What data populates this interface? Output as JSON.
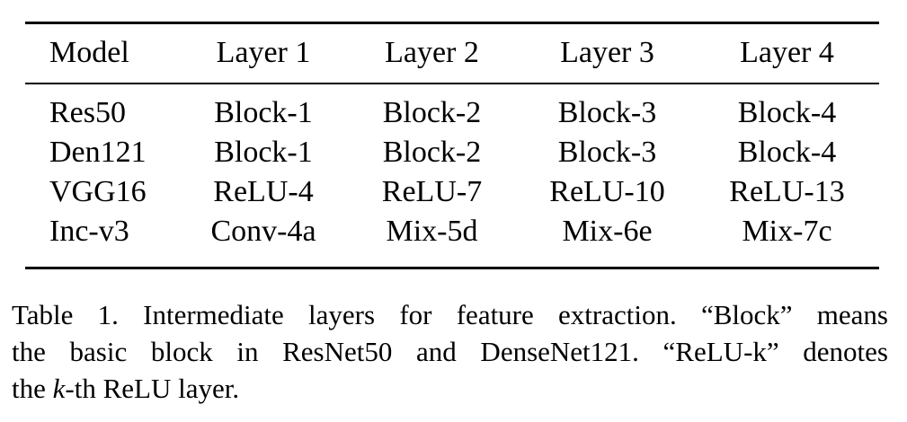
{
  "table": {
    "headers": [
      "Model",
      "Layer 1",
      "Layer 2",
      "Layer 3",
      "Layer 4"
    ],
    "rows": [
      [
        "Res50",
        "Block-1",
        "Block-2",
        "Block-3",
        "Block-4"
      ],
      [
        "Den121",
        "Block-1",
        "Block-2",
        "Block-3",
        "Block-4"
      ],
      [
        "VGG16",
        "ReLU-4",
        "ReLU-7",
        "ReLU-10",
        "ReLU-13"
      ],
      [
        "Inc-v3",
        "Conv-4a",
        "Mix-5d",
        "Mix-6e",
        "Mix-7c"
      ]
    ]
  },
  "caption": {
    "line1": "Table 1. Intermediate layers for feature extraction. “Block” means",
    "line2": "the basic block in ResNet50 and DenseNet121. “ReLU-k” denotes",
    "line3_prefix": "the ",
    "line3_k": "k",
    "line3_suffix": "-th ReLU layer."
  },
  "colors": {
    "text": "#000000",
    "background": "#ffffff",
    "rule": "#000000"
  }
}
